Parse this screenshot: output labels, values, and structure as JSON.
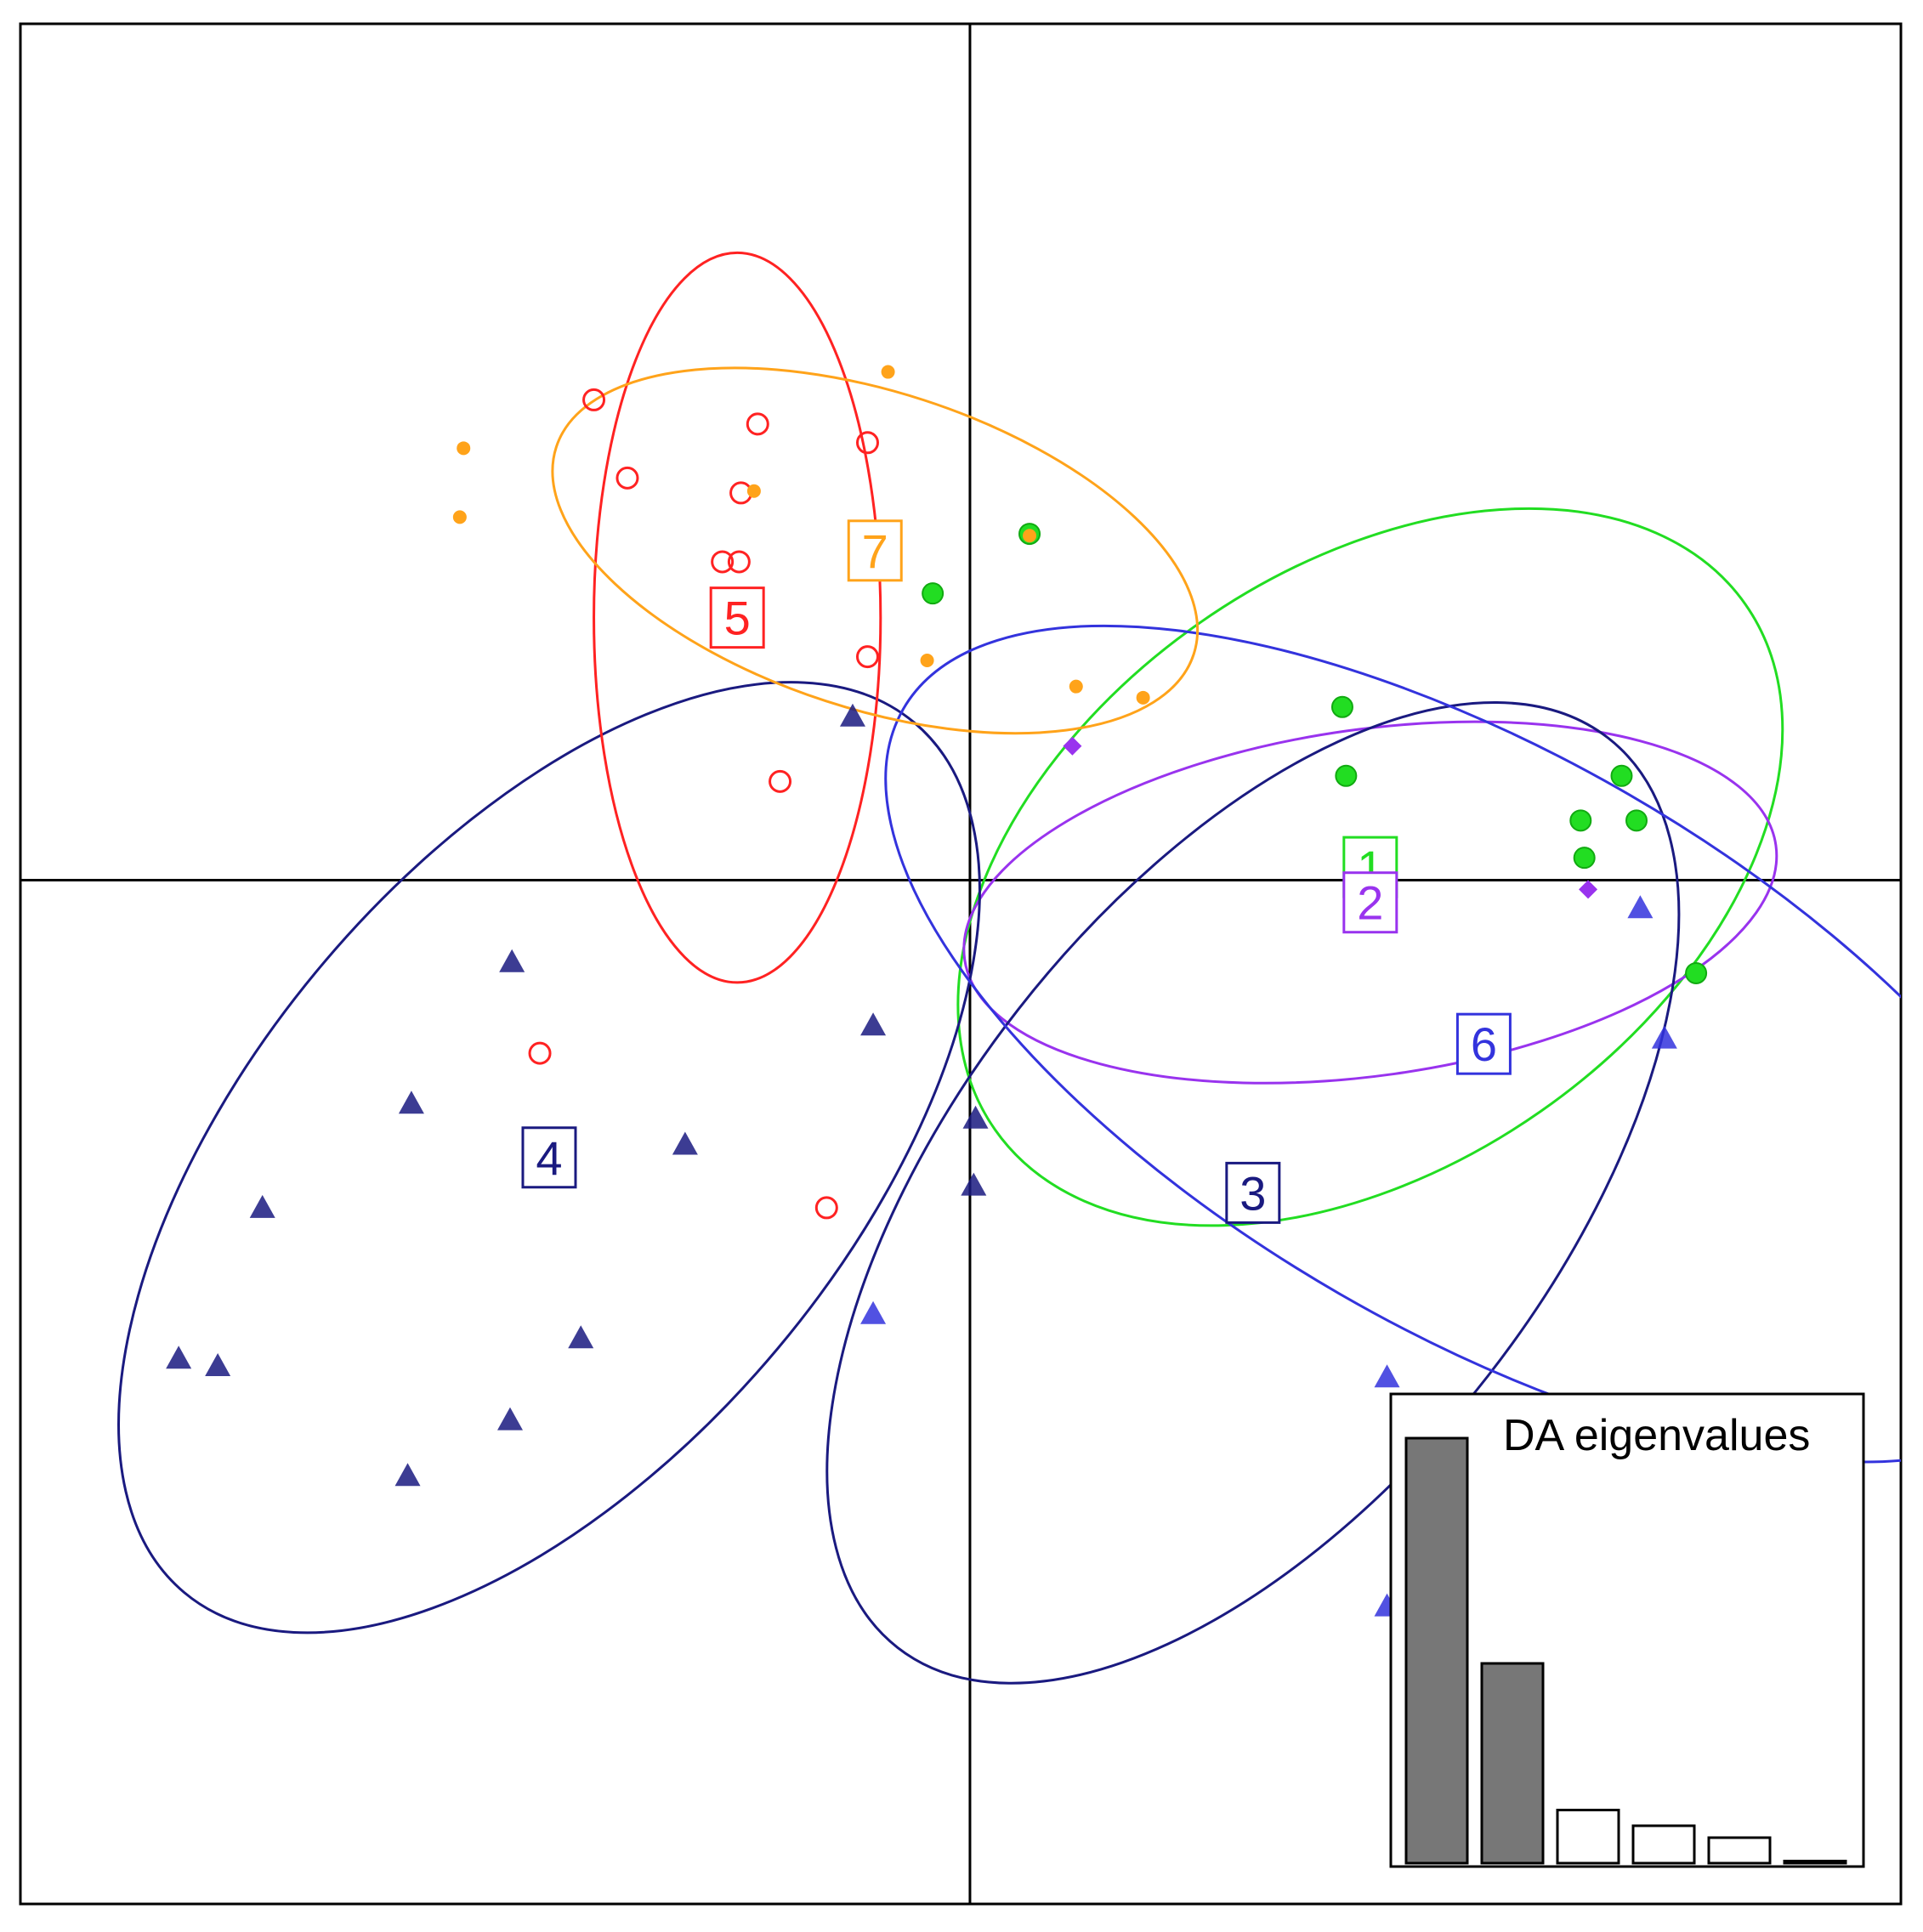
{
  "chart_data": {
    "type": "scatter",
    "title": "",
    "xlabel": "",
    "ylabel": "",
    "xlim": [
      -5.1,
      5.0
    ],
    "ylim": [
      -5.5,
      4.6
    ],
    "axes_at_origin": true,
    "grid": false,
    "groups": [
      {
        "id": "1",
        "label": "1",
        "color": "#22dd22",
        "shape": "circle-filled",
        "center": [
          2.15,
          0.07
        ],
        "ellipse": {
          "rx": 2.46,
          "ry": 1.6,
          "angle_deg": 35
        },
        "points": [
          [
            0.32,
            1.86
          ],
          [
            -0.2,
            1.54
          ],
          [
            2.0,
            0.93
          ],
          [
            2.02,
            0.56
          ],
          [
            3.28,
            0.32
          ],
          [
            3.58,
            0.32
          ],
          [
            3.9,
            -0.5
          ],
          [
            3.3,
            0.12
          ],
          [
            3.5,
            0.56
          ]
        ]
      },
      {
        "id": "2",
        "label": "2",
        "color": "#9933ee",
        "shape": "diamond-filled",
        "center": [
          2.15,
          -0.12
        ],
        "ellipse": {
          "rx": 2.2,
          "ry": 0.93,
          "angle_deg": 8
        },
        "points": [
          [
            3.32,
            -0.05
          ],
          [
            0.55,
            0.72
          ]
        ]
      },
      {
        "id": "3",
        "label": "3",
        "color": "#1a1a80",
        "shape": "triangle-filled",
        "center": [
          1.52,
          -1.68
        ],
        "ellipse": {
          "rx": 3.1,
          "ry": 1.6,
          "angle_deg": 52
        },
        "points": [
          [
            0.03,
            -1.28
          ],
          [
            0.02,
            -1.64
          ],
          [
            -0.52,
            -0.78
          ]
        ]
      },
      {
        "id": "4",
        "label": "4",
        "color": "#1a1a80",
        "shape": "triangle-filled",
        "center": [
          -2.26,
          -1.49
        ],
        "ellipse": {
          "rx": 3.05,
          "ry": 1.6,
          "angle_deg": 50
        },
        "points": [
          [
            -2.46,
            -0.44
          ],
          [
            -3.0,
            -1.2
          ],
          [
            -3.8,
            -1.76
          ],
          [
            -1.53,
            -1.42
          ],
          [
            -2.09,
            -2.46
          ],
          [
            -2.47,
            -2.9
          ],
          [
            -3.02,
            -3.2
          ],
          [
            -4.25,
            -2.57
          ],
          [
            -4.04,
            -2.61
          ],
          [
            -0.63,
            0.88
          ]
        ]
      },
      {
        "id": "5",
        "label": "5",
        "color": "#ff2222",
        "shape": "circle-open",
        "center": [
          -1.25,
          1.41
        ],
        "ellipse": {
          "rx": 0.77,
          "ry": 1.96,
          "angle_deg": 0
        },
        "points": [
          [
            -2.02,
            2.58
          ],
          [
            -1.14,
            2.45
          ],
          [
            -1.84,
            2.16
          ],
          [
            -1.23,
            2.08
          ],
          [
            -1.33,
            1.71
          ],
          [
            -1.24,
            1.71
          ],
          [
            -0.55,
            2.35
          ],
          [
            -0.55,
            1.2
          ],
          [
            -1.02,
            0.53
          ],
          [
            -2.31,
            -0.93
          ],
          [
            -0.77,
            -1.76
          ]
        ]
      },
      {
        "id": "6",
        "label": "6",
        "color": "#3333dd",
        "shape": "triangle-filled",
        "center": [
          2.76,
          -0.88
        ],
        "ellipse": {
          "rx": 3.6,
          "ry": 1.55,
          "angle_deg": -30
        },
        "points": [
          [
            3.73,
            -0.85
          ],
          [
            2.24,
            -2.67
          ],
          [
            3.6,
            -0.15
          ],
          [
            -0.52,
            -2.33
          ],
          [
            2.24,
            -3.9
          ]
        ]
      },
      {
        "id": "7",
        "label": "7",
        "color": "#ffa31a",
        "shape": "circle-small-filled",
        "center": [
          -0.51,
          1.77
        ],
        "ellipse": {
          "rx": 1.8,
          "ry": 0.85,
          "angle_deg": -18
        },
        "points": [
          [
            -2.72,
            2.32
          ],
          [
            -2.74,
            1.95
          ],
          [
            -1.16,
            2.09
          ],
          [
            -0.44,
            2.73
          ],
          [
            0.32,
            1.85
          ],
          [
            -0.23,
            1.18
          ],
          [
            0.57,
            1.04
          ],
          [
            0.93,
            0.98
          ]
        ]
      }
    ],
    "inset": {
      "title": "DA eigenvalues",
      "type": "bar",
      "bars": [
        {
          "value": 100,
          "retained": true
        },
        {
          "value": 47,
          "retained": true
        },
        {
          "value": 12.5,
          "retained": false
        },
        {
          "value": 8.8,
          "retained": false
        },
        {
          "value": 6,
          "retained": false
        },
        {
          "value": 0.5,
          "retained": false
        }
      ]
    }
  }
}
